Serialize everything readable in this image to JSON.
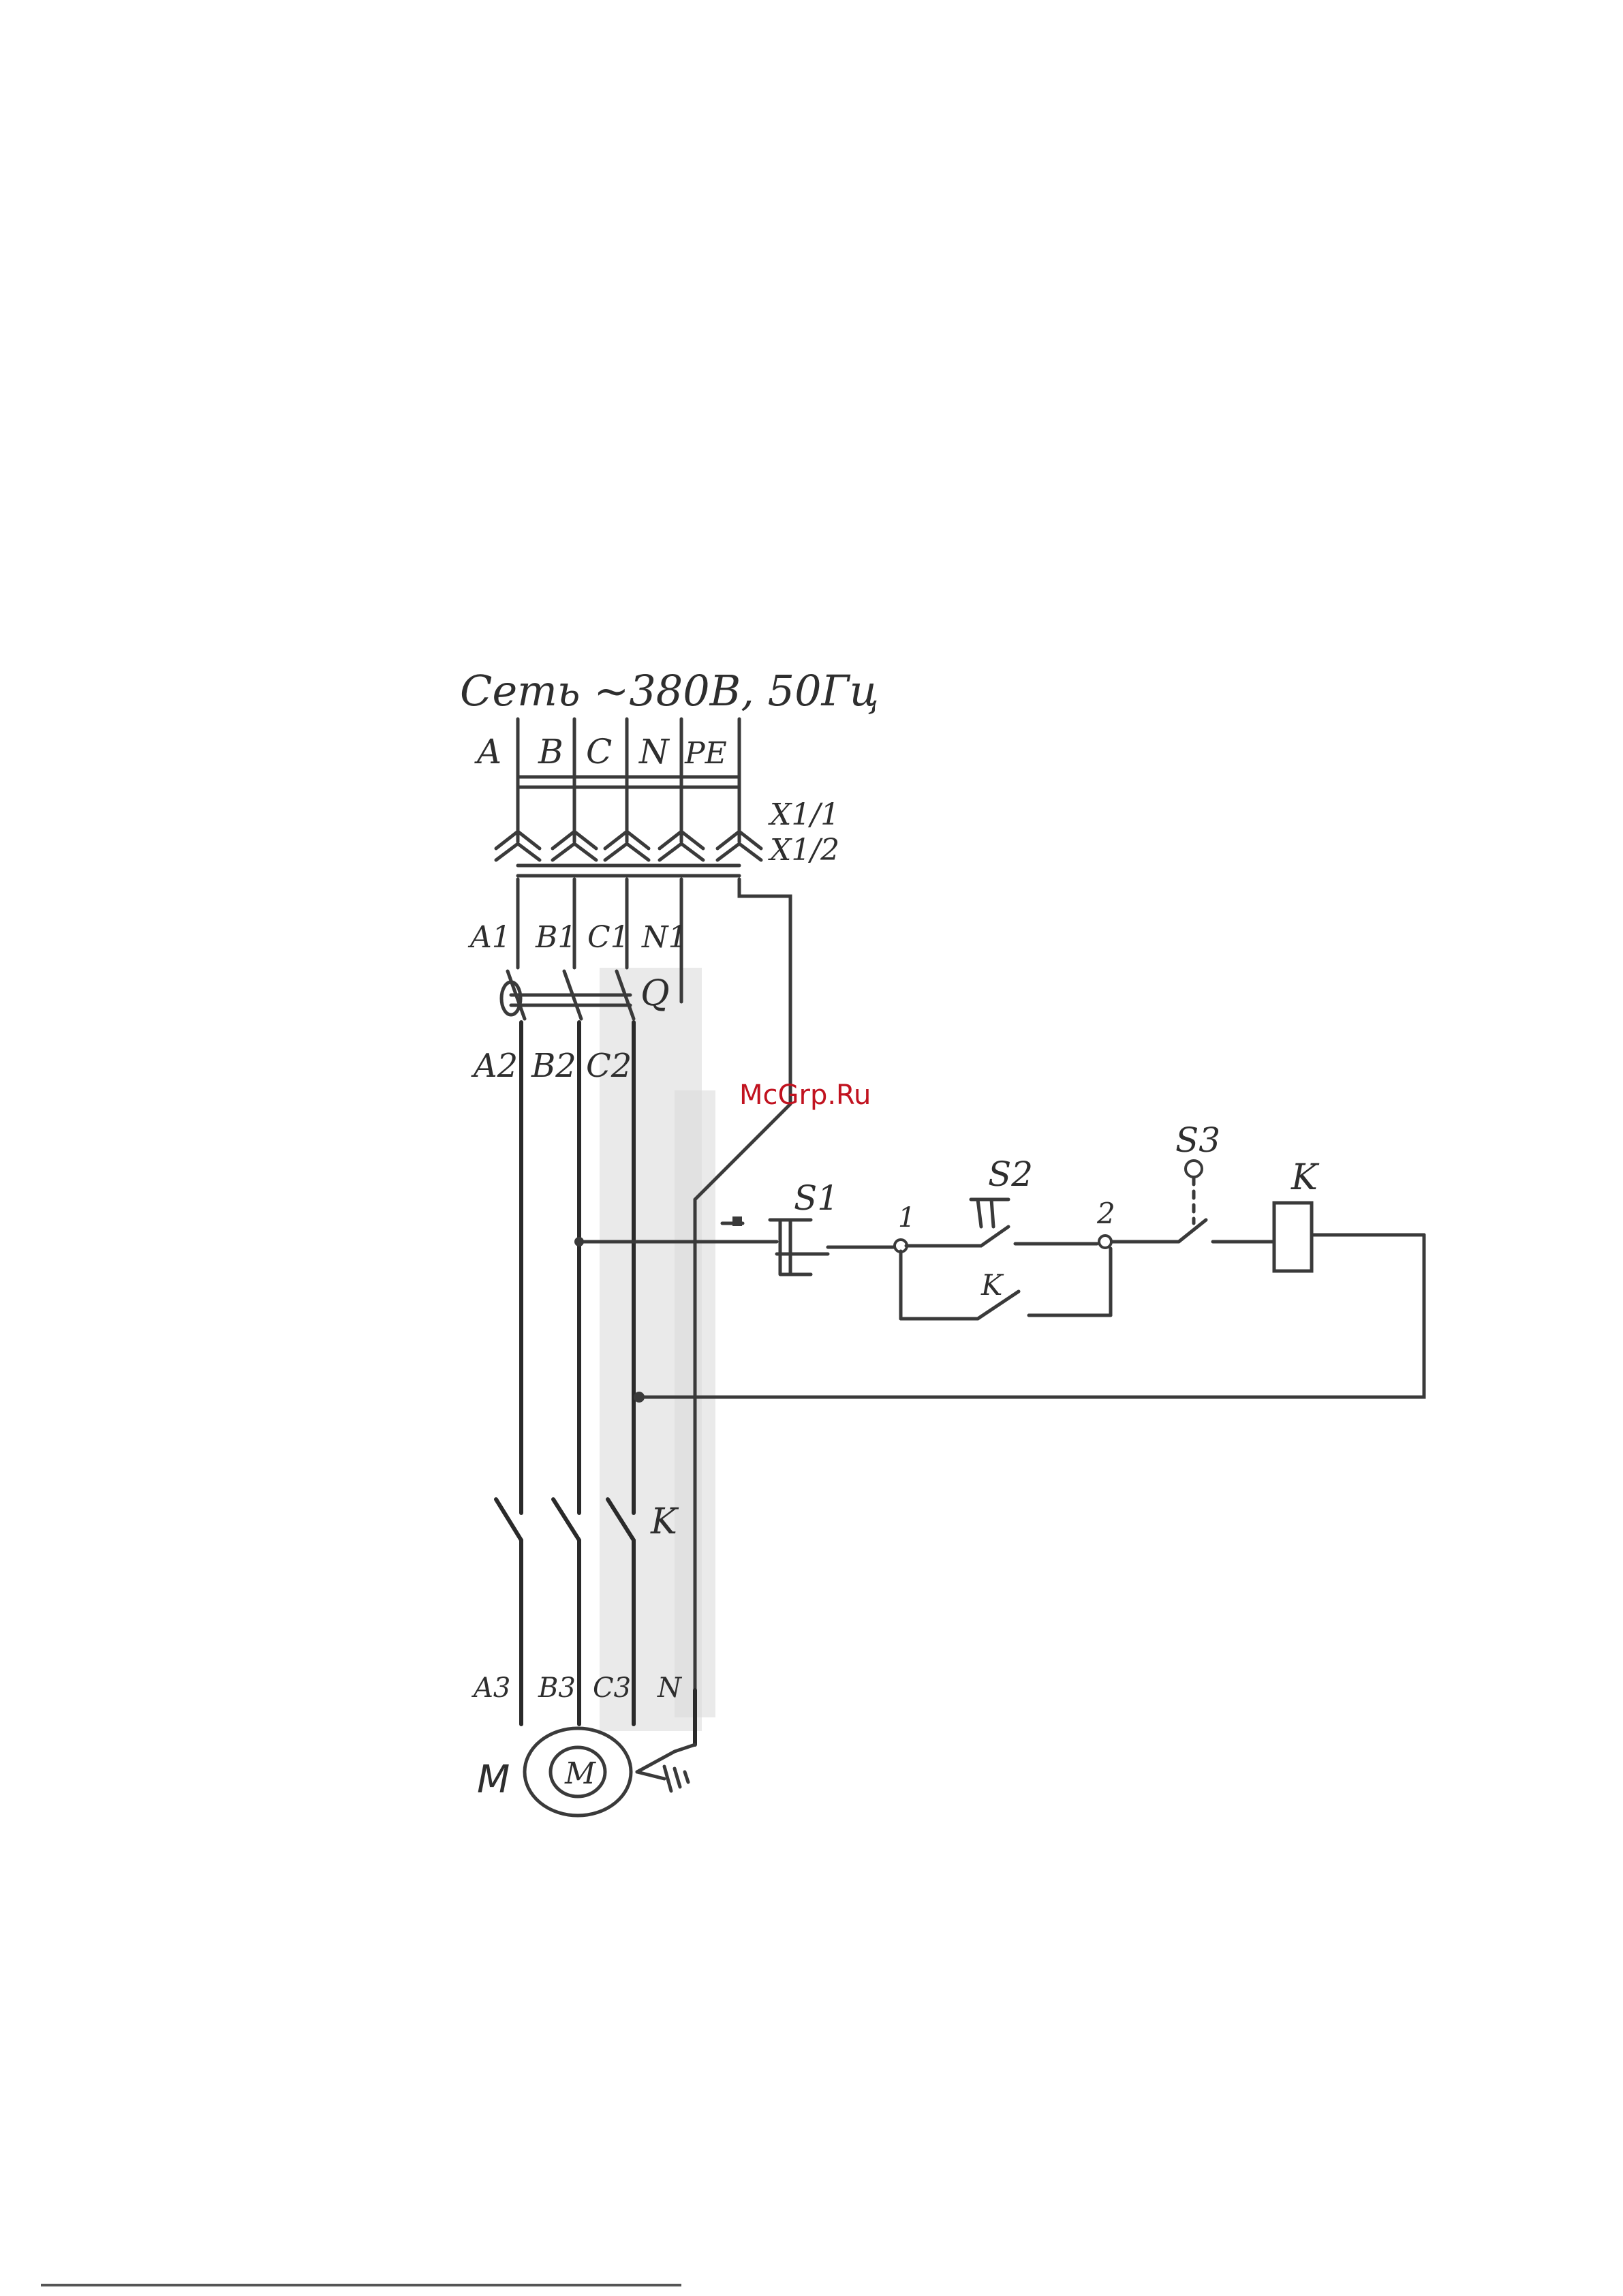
{
  "supply_label": "Сеть ~380В, 50Гц",
  "phase_labels": [
    "A",
    "B",
    "C",
    "N",
    "PE"
  ],
  "connector_labels": [
    "X1/1",
    "X1/2"
  ],
  "wire_labels_1": [
    "A1",
    "B1",
    "C1",
    "N1"
  ],
  "breaker_label": "Q",
  "wire_labels_2": [
    "A2",
    "B2",
    "C2"
  ],
  "watermark": "McGrp.Ru",
  "control": {
    "s1": "S1",
    "s2": "S2",
    "s3": "S3",
    "coil": "K",
    "aux_contact": "K",
    "node1": "1",
    "node2": "2"
  },
  "contactor_label": "K",
  "wire_labels_3": [
    "A3",
    "B3",
    "C3",
    "N"
  ],
  "motor_label": "M",
  "motor_symbol": "M",
  "colors": {
    "line": "#3a3a3a",
    "watermark": "#c1121f"
  }
}
